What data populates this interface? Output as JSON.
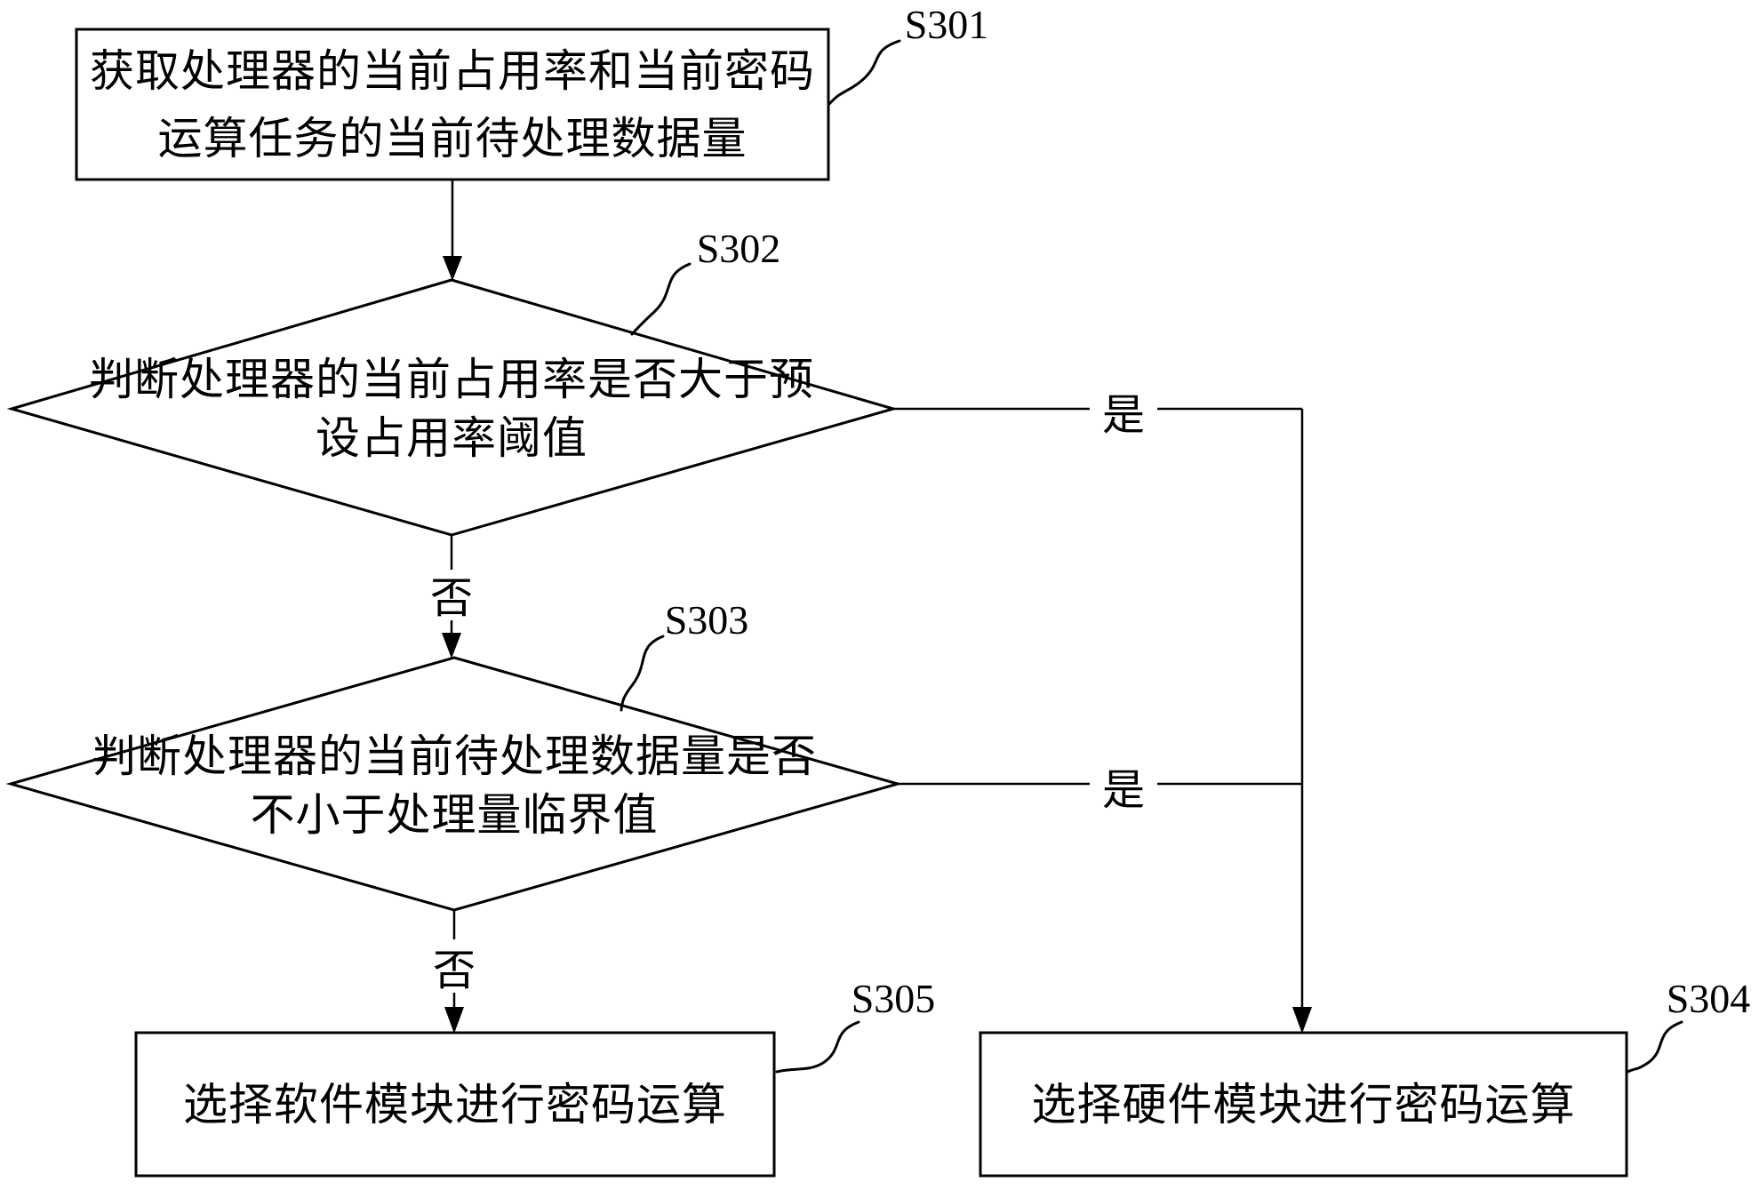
{
  "steps": {
    "s301": {
      "label": "S301",
      "line1": "获取处理器的当前占用率和当前密码",
      "line2": "运算任务的当前待处理数据量"
    },
    "s302": {
      "label": "S302",
      "line1": "判断处理器的当前占用率是否大于预",
      "line2": "设占用率阈值"
    },
    "s303": {
      "label": "S303",
      "line1": "判断处理器的当前待处理数据量是否",
      "line2": "不小于处理量临界值"
    },
    "s304": {
      "label": "S304",
      "text": "选择硬件模块进行密码运算"
    },
    "s305": {
      "label": "S305",
      "text": "选择软件模块进行密码运算"
    }
  },
  "branch_labels": {
    "yes": "是",
    "no": "否"
  },
  "colors": {
    "ink": "#000000",
    "paper": "#ffffff"
  }
}
